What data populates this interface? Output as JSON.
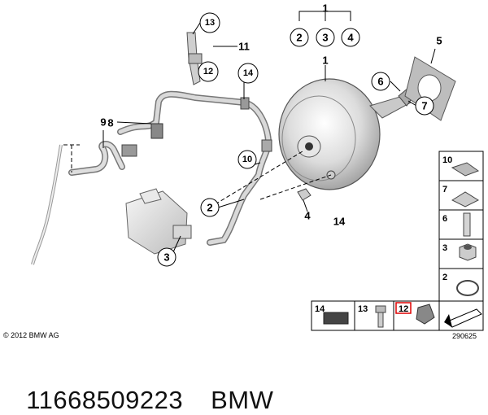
{
  "diagram": {
    "callouts": {
      "c1_top": "1",
      "c2_top": "2",
      "c3_top": "3",
      "c4_top": "4",
      "c1_main": "1",
      "c5": "5",
      "c6": "6",
      "c7": "7",
      "c8": "8",
      "c9": "9",
      "c10": "10",
      "c11": "11",
      "c12": "12",
      "c13": "13",
      "c14": "14",
      "c2_mid": "2",
      "c3_bottom": "3",
      "c4_bottom": "4",
      "c14_bottom": "14"
    },
    "copyright": "© 2012 BMW AG",
    "reference": "290625",
    "legend_side": [
      "10",
      "7",
      "6",
      "3",
      "2"
    ],
    "legend_bottom": [
      "14",
      "13",
      "12"
    ]
  },
  "caption": {
    "part_number": "11668509223",
    "brand": "BMW"
  }
}
